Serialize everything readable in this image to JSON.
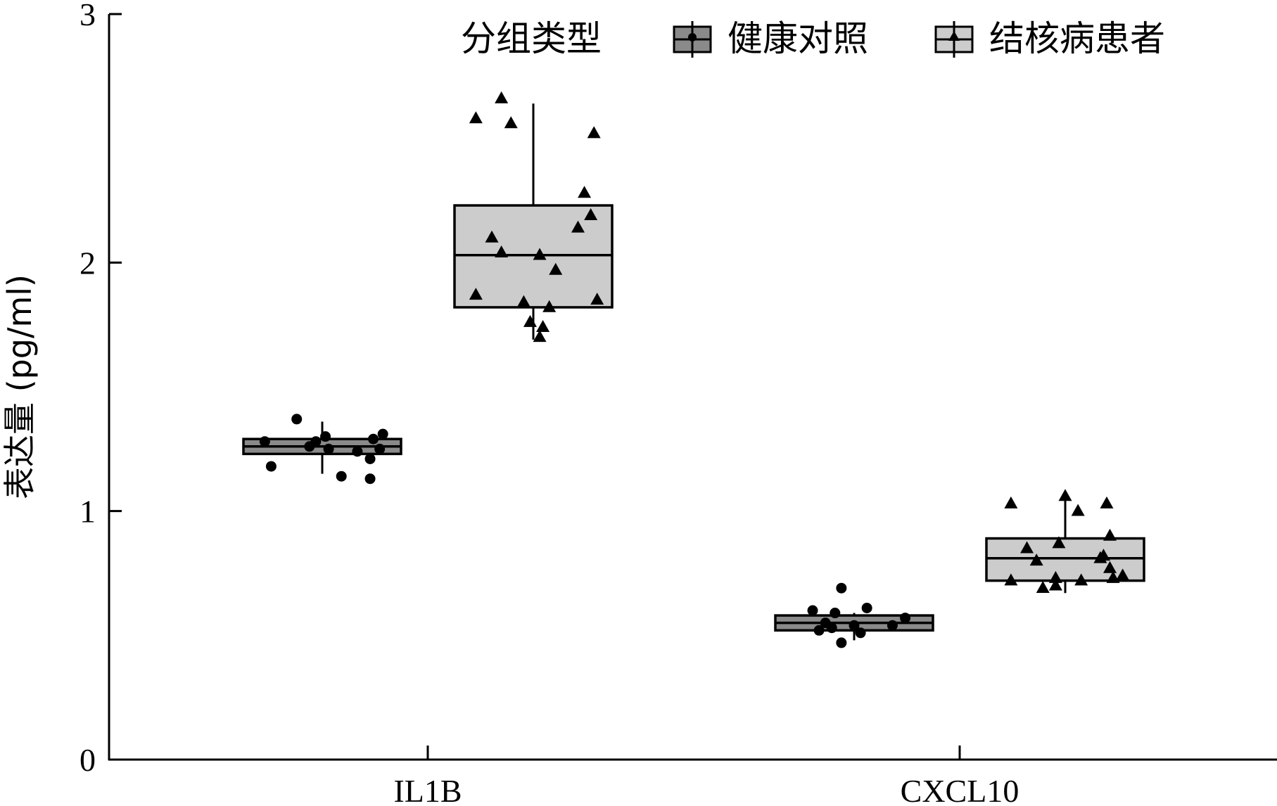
{
  "chart_data": {
    "type": "box",
    "xlabel": "",
    "ylabel": "表达量 (pg/ml)",
    "ylim": [
      0,
      3
    ],
    "yticks": [
      0,
      1,
      2,
      3
    ],
    "categories": [
      "IL1B",
      "CXCL10"
    ],
    "legend": {
      "title": "分组类型",
      "placement": "top-right",
      "entries": [
        "健康对照",
        "结核病患者"
      ]
    },
    "series": [
      {
        "name": "健康对照",
        "marker": "circle",
        "color": "#8a8a8a",
        "boxes": [
          {
            "category": "IL1B",
            "q1": 1.23,
            "median": 1.26,
            "q3": 1.29,
            "whisker_low": 1.15,
            "whisker_high": 1.36,
            "points": [
              [
                -0.18,
                1.28
              ],
              [
                -0.16,
                1.18
              ],
              [
                -0.08,
                1.37
              ],
              [
                -0.04,
                1.26
              ],
              [
                -0.02,
                1.28
              ],
              [
                0.01,
                1.3
              ],
              [
                0.02,
                1.25
              ],
              [
                0.06,
                1.14
              ],
              [
                0.11,
                1.24
              ],
              [
                0.15,
                1.13
              ],
              [
                0.15,
                1.21
              ],
              [
                0.16,
                1.29
              ],
              [
                0.18,
                1.25
              ],
              [
                0.19,
                1.31
              ]
            ]
          },
          {
            "category": "CXCL10",
            "q1": 0.52,
            "median": 0.55,
            "q3": 0.58,
            "whisker_low": 0.48,
            "whisker_high": 0.59,
            "points": [
              [
                -0.13,
                0.6
              ],
              [
                -0.11,
                0.52
              ],
              [
                -0.09,
                0.55
              ],
              [
                -0.07,
                0.53
              ],
              [
                -0.06,
                0.59
              ],
              [
                -0.04,
                0.47
              ],
              [
                -0.04,
                0.69
              ],
              [
                0.0,
                0.54
              ],
              [
                0.02,
                0.51
              ],
              [
                0.04,
                0.61
              ],
              [
                0.12,
                0.54
              ],
              [
                0.16,
                0.57
              ]
            ]
          }
        ]
      },
      {
        "name": "结核病患者",
        "marker": "triangle",
        "color": "#cccccc",
        "boxes": [
          {
            "category": "IL1B",
            "q1": 1.82,
            "median": 2.03,
            "q3": 2.23,
            "whisker_low": 1.69,
            "whisker_high": 2.64,
            "points": [
              [
                -0.18,
                1.87
              ],
              [
                -0.18,
                2.58
              ],
              [
                -0.13,
                2.1
              ],
              [
                -0.1,
                2.04
              ],
              [
                -0.1,
                2.66
              ],
              [
                -0.07,
                2.56
              ],
              [
                -0.03,
                1.84
              ],
              [
                -0.01,
                1.76
              ],
              [
                0.02,
                1.7
              ],
              [
                0.03,
                1.74
              ],
              [
                0.05,
                1.82
              ],
              [
                0.02,
                2.03
              ],
              [
                0.07,
                1.97
              ],
              [
                0.14,
                2.14
              ],
              [
                0.16,
                2.28
              ],
              [
                0.18,
                2.19
              ],
              [
                0.19,
                2.52
              ],
              [
                0.2,
                1.85
              ]
            ]
          },
          {
            "category": "CXCL10",
            "q1": 0.72,
            "median": 0.81,
            "q3": 0.89,
            "whisker_low": 0.67,
            "whisker_high": 1.05,
            "points": [
              [
                -0.17,
                1.03
              ],
              [
                -0.17,
                0.72
              ],
              [
                -0.12,
                0.85
              ],
              [
                -0.09,
                0.8
              ],
              [
                -0.07,
                0.69
              ],
              [
                -0.03,
                0.73
              ],
              [
                -0.03,
                0.7
              ],
              [
                -0.02,
                0.87
              ],
              [
                0.0,
                1.06
              ],
              [
                0.04,
                1.0
              ],
              [
                0.05,
                0.72
              ],
              [
                0.11,
                0.81
              ],
              [
                0.12,
                0.82
              ],
              [
                0.13,
                1.03
              ],
              [
                0.14,
                0.9
              ],
              [
                0.14,
                0.77
              ],
              [
                0.15,
                0.73
              ],
              [
                0.18,
                0.74
              ]
            ]
          }
        ]
      }
    ]
  }
}
